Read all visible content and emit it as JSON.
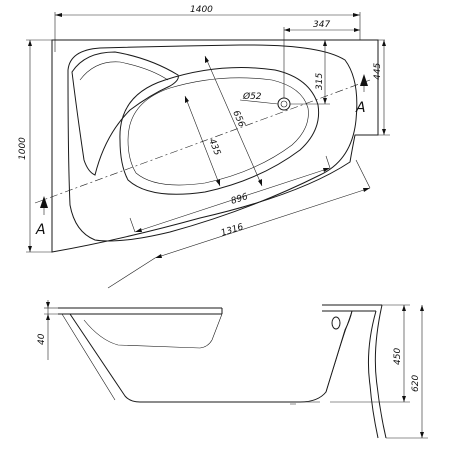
{
  "dimensions": {
    "width_total": "1400",
    "drain_offset": "347",
    "depth_total": "1000",
    "right_depth": "445",
    "drain_height": "315",
    "drain_diameter": "Ø52",
    "inner_width": "656",
    "inner_seat": "435",
    "inner_length": "896",
    "outer_length": "1316",
    "rim_height": "40",
    "inner_height": "450",
    "total_height": "620"
  },
  "section_labels": {
    "left": "A",
    "right": "A"
  }
}
